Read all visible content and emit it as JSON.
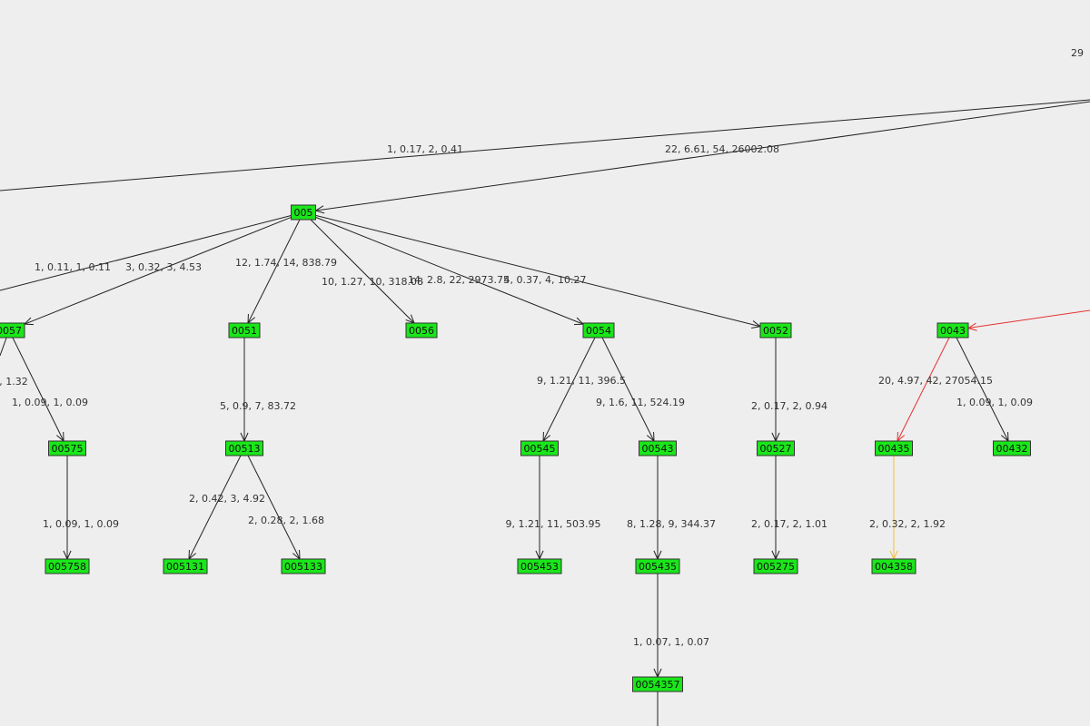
{
  "colors": {
    "background": "#eeeeee",
    "node_fill": "#1ae61a",
    "node_border": "#333333",
    "edge_default": "#222222",
    "edge_red": "#e53030",
    "edge_yellow": "#f0c040"
  },
  "top_right_label": "29",
  "nodes": [
    {
      "id": "005",
      "label": "005"
    },
    {
      "id": "0057",
      "label": "0057"
    },
    {
      "id": "0051",
      "label": "0051"
    },
    {
      "id": "0056",
      "label": "0056"
    },
    {
      "id": "0054",
      "label": "0054"
    },
    {
      "id": "0052",
      "label": "0052"
    },
    {
      "id": "0043",
      "label": "0043"
    },
    {
      "id": "00575",
      "label": "00575"
    },
    {
      "id": "00513",
      "label": "00513"
    },
    {
      "id": "00545",
      "label": "00545"
    },
    {
      "id": "00543",
      "label": "00543"
    },
    {
      "id": "00527",
      "label": "00527"
    },
    {
      "id": "00435",
      "label": "00435"
    },
    {
      "id": "00432",
      "label": "00432"
    },
    {
      "id": "005758",
      "label": "005758"
    },
    {
      "id": "005131",
      "label": "005131"
    },
    {
      "id": "005133",
      "label": "005133"
    },
    {
      "id": "005453",
      "label": "005453"
    },
    {
      "id": "005435",
      "label": "005435"
    },
    {
      "id": "005275",
      "label": "005275"
    },
    {
      "id": "004358",
      "label": "004358"
    },
    {
      "id": "0054357",
      "label": "0054357"
    }
  ],
  "edges": [
    {
      "id": "e-offscreen-a",
      "label": "1, 0.17, 2, 0.41",
      "color": "edge_default"
    },
    {
      "id": "e-offscreen-005",
      "label": "22, 6.61, 54, 26002.08",
      "color": "edge_default"
    },
    {
      "id": "e-005-offleft",
      "label": "1, 0.11, 1, 0.11",
      "color": "edge_default"
    },
    {
      "id": "e-005-0057",
      "label": "3, 0.32, 3, 4.53",
      "color": "edge_default"
    },
    {
      "id": "e-005-0051",
      "label": "12, 1.74, 14, 838.79",
      "color": "edge_default"
    },
    {
      "id": "e-005-0056",
      "label": "10, 1.27, 10, 318.08",
      "color": "edge_default"
    },
    {
      "id": "e-005-0054",
      "label": "14, 2.8, 22, 2973.75",
      "color": "edge_default"
    },
    {
      "id": "e-005-0052",
      "label": "4, 0.37, 4, 10.27",
      "color": "edge_default"
    },
    {
      "id": "e-0057-offleft",
      "label": ", 1.32",
      "color": "edge_default"
    },
    {
      "id": "e-0057-00575",
      "label": "1, 0.09, 1, 0.09",
      "color": "edge_default"
    },
    {
      "id": "e-0051-00513",
      "label": "5, 0.9, 7, 83.72",
      "color": "edge_default"
    },
    {
      "id": "e-0054-00545",
      "label": "9, 1.21, 11, 396.5",
      "color": "edge_default"
    },
    {
      "id": "e-0054-00543",
      "label": "9, 1.6, 11, 524.19",
      "color": "edge_default"
    },
    {
      "id": "e-0052-00527",
      "label": "2, 0.17, 2, 0.94",
      "color": "edge_default"
    },
    {
      "id": "e-offscreen-0043",
      "label": "",
      "color": "edge_red"
    },
    {
      "id": "e-0043-00435",
      "label": "20, 4.97, 42, 27054.15",
      "color": "edge_red"
    },
    {
      "id": "e-0043-00432",
      "label": "1, 0.09, 1, 0.09",
      "color": "edge_default"
    },
    {
      "id": "e-00575-005758",
      "label": "1, 0.09, 1, 0.09",
      "color": "edge_default"
    },
    {
      "id": "e-00513-005131",
      "label": "2, 0.42, 3, 4.92",
      "color": "edge_default"
    },
    {
      "id": "e-00513-005133",
      "label": "2, 0.28, 2, 1.68",
      "color": "edge_default"
    },
    {
      "id": "e-00545-005453",
      "label": "9, 1.21, 11, 503.95",
      "color": "edge_default"
    },
    {
      "id": "e-00543-005435",
      "label": "8, 1.28, 9, 344.37",
      "color": "edge_default"
    },
    {
      "id": "e-00527-005275",
      "label": "2, 0.17, 2, 1.01",
      "color": "edge_default"
    },
    {
      "id": "e-00435-004358",
      "label": "2, 0.32, 2, 1.92",
      "color": "edge_yellow"
    },
    {
      "id": "e-005435-0054357",
      "label": "1, 0.07, 1, 0.07",
      "color": "edge_default"
    },
    {
      "id": "e-0054357-offbottom",
      "label": "",
      "color": "edge_default"
    }
  ]
}
